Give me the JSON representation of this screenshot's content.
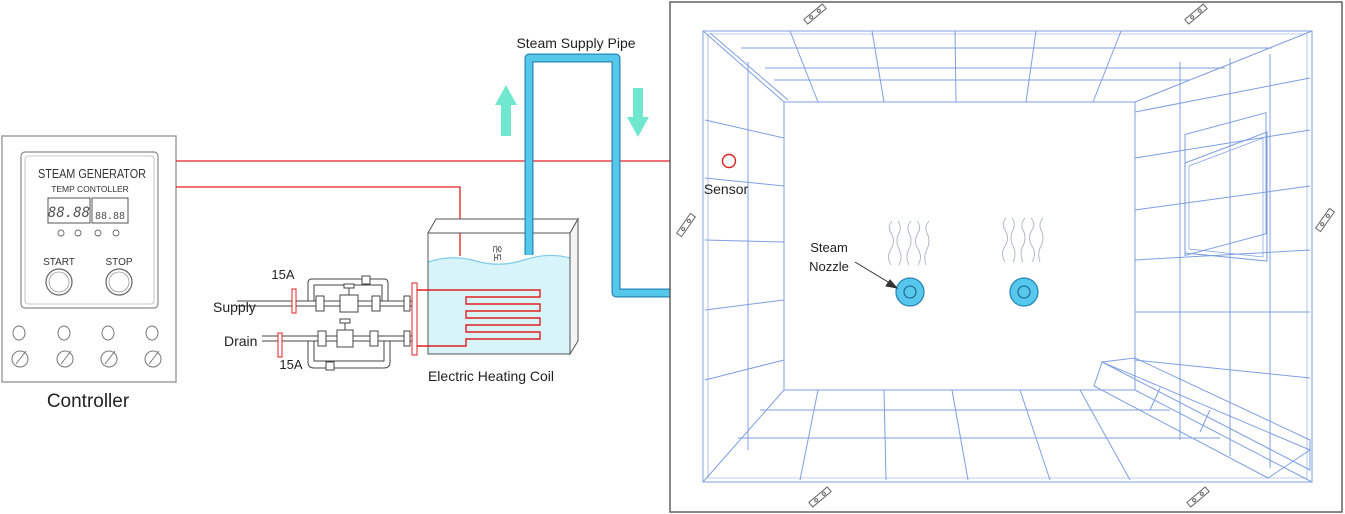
{
  "controller": {
    "panel_title": "STEAM GENERATOR",
    "panel_subtitle": "TEMP CONTOLLER",
    "display_left": "88.88",
    "display_right": "88.88",
    "start_label": "START",
    "stop_label": "STOP",
    "caption": "Controller"
  },
  "piping": {
    "size_top": "15A",
    "size_bottom": "15A",
    "supply_label": "Supply",
    "drain_label": "Drain"
  },
  "tank": {
    "mark": "온도",
    "coil_label": "Electric Heating Coil"
  },
  "steam_pipe_label": "Steam Supply Pipe",
  "room": {
    "sensor_label": "Sensor",
    "nozzle_label_line1": "Steam",
    "nozzle_label_line2": "Nozzle"
  },
  "colors": {
    "signal_wire": "#e02020",
    "steam_pipe": "#55c8ec",
    "pipe_outline": "#2a86b8",
    "flow_arrow": "#6fe8cf",
    "room_lines": "#7e9fe0",
    "water": "#d7f4fb"
  }
}
